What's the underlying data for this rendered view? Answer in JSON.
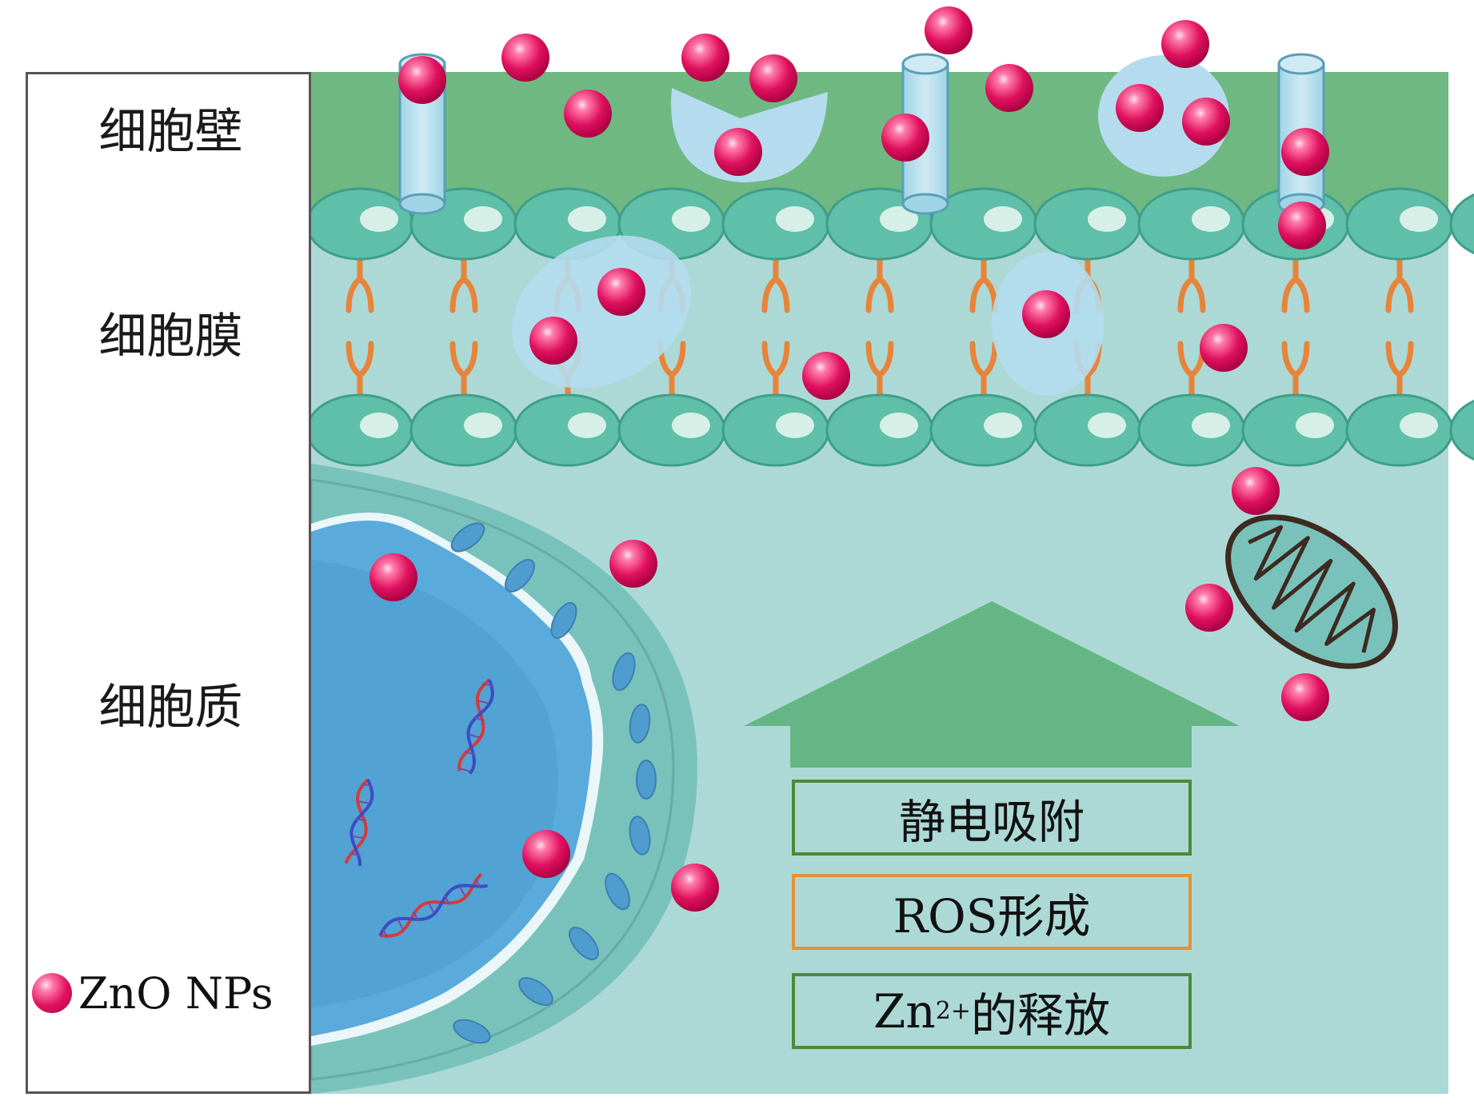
{
  "legend": {
    "layers": [
      "细胞壁",
      "细胞膜",
      "细胞质"
    ],
    "key_label": "ZnO NPs"
  },
  "mechanisms": [
    {
      "text": "静电吸附",
      "border": "#4a8a3a"
    },
    {
      "text": "ROS形成",
      "border": "#e0933a"
    },
    {
      "base": "Zn",
      "sup": "2+",
      "rest": "的释放",
      "border": "#4a8a3a"
    }
  ],
  "colors": {
    "cell_wall": "#6fb882",
    "membrane_head": "#5fbfa8",
    "membrane_highlight": "#d6f0e8",
    "lipid_tail": "#e8843a",
    "cytoplasm": "#acd9d6",
    "nucleus_envelope": "#78c2bb",
    "nucleus": "#5aaadc",
    "arrow": "#f4a55a",
    "nanoparticle": "#e0115f",
    "vesicle": "#b4dcee",
    "house_arrow": "#66b685"
  },
  "icons": [
    "down-arrow-icon",
    "nanoparticle-icon",
    "dna-icon",
    "mitochondrion-icon",
    "up-arrow-icon"
  ]
}
